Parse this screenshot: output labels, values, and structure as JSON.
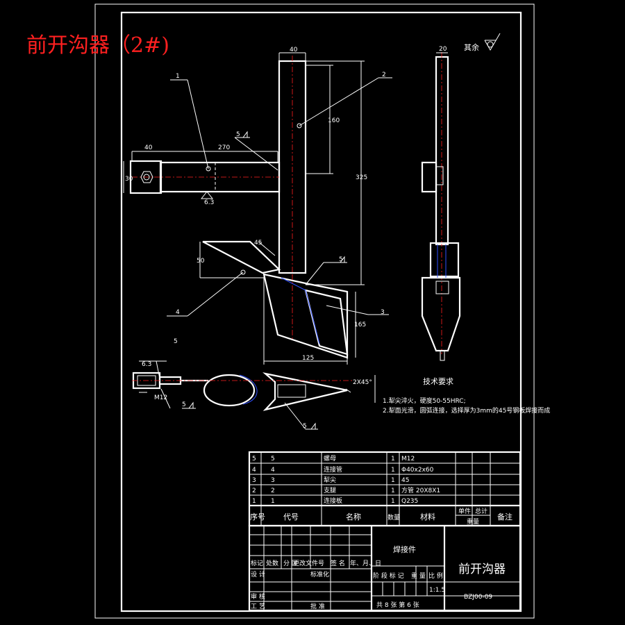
{
  "title": "前开沟器（2#)",
  "roughness_note": "其余",
  "dims": {
    "d40_top": "40",
    "d160": "160",
    "d325": "325",
    "d40_left": "40",
    "d270": "270",
    "d30": "30",
    "d6_3": "6.3",
    "d50": "50",
    "d45": "45",
    "d125": "125",
    "d165": "165",
    "d20": "20",
    "d6_3b": "6.3",
    "dm12": "M12",
    "d2x45": "2X45°"
  },
  "balloons": [
    "1",
    "2",
    "3",
    "4",
    "5"
  ],
  "weld_labels": [
    "5",
    "5",
    "5",
    "5"
  ],
  "tech_req": {
    "heading": "技术要求",
    "items": [
      "1.犁尖淬火，硬度50-55HRC;",
      "2.犁面光滑，圆弧连接，选择厚为3mm的45号钢板焊接而成"
    ]
  },
  "bom": {
    "rows": [
      {
        "seq": "5",
        "code": "5",
        "name": "螺母",
        "qty": "1",
        "material": "M12"
      },
      {
        "seq": "4",
        "code": "4",
        "name": "连接管",
        "qty": "1",
        "material": "Φ40x2x60"
      },
      {
        "seq": "3",
        "code": "3",
        "name": "犁尖",
        "qty": "1",
        "material": "45"
      },
      {
        "seq": "2",
        "code": "2",
        "name": "支腿",
        "qty": "1",
        "material": "方管 20X8X1"
      },
      {
        "seq": "1",
        "code": "1",
        "name": "连接板",
        "qty": "1",
        "material": "Q235"
      }
    ],
    "header": {
      "seq": "序号",
      "code": "代号",
      "name": "名称",
      "qty": "数量",
      "material": "材料",
      "unit_weight": "单件",
      "total_weight": "总计",
      "weight": "重量",
      "remark": "备注"
    }
  },
  "title_block": {
    "part_type": "焊接件",
    "drawing_name": "前开沟器",
    "drawing_no": "BZJ00-09",
    "scale": "1:1.5",
    "sheets": "共 8 张   第 6 张",
    "labels": {
      "mark": "标记",
      "count": "处数",
      "zone": "分 区",
      "change_doc": "更改文件号",
      "sign": "签 名",
      "date": "年、月、日",
      "design": "设 计",
      "standard": "标准化",
      "stage_mark": "阶 段 标 记",
      "weight": "重 量",
      "ratio": "比 例",
      "review": "审 核",
      "process": "工 艺",
      "approve": "批 准"
    }
  }
}
